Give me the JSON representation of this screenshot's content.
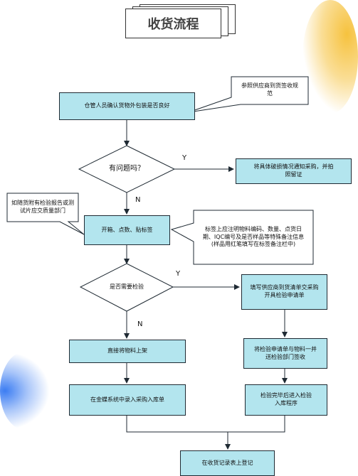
{
  "title": "收货流程",
  "colors": {
    "box_fill": "#b3e5ee",
    "line": "#1f2a33",
    "accent_yellow": "#f6c23e",
    "accent_blue": "#3c7df2"
  },
  "nodes": {
    "check_package": "仓管人员确认货物外包装是否良好",
    "problem_q": "有问题吗？",
    "notify_purchase": "将具体破损情况通知采购，并拍照留证",
    "unpack": "开箱、点数、贴标签",
    "inspect_q": "是否需要检验",
    "fill_request": "填写供应商到货清单交采购开具检验申请单",
    "direct_shelf": "直接将物料上架",
    "send_inspect": "将检验申请单与物料一并送检验部门签收",
    "erp_entry": "在金蝶系统中录入采购入库单",
    "after_inspect": "检验完毕后进入检验入库程序",
    "register": "在收货记录表上登记"
  },
  "callouts": {
    "ref_standard": "参照供应商到货签收规范",
    "report_note": "如随货附有检验报告或测试片应交质量部门",
    "label_note": "标签上应注明物料编码、数量、点货日期、IQC编号及是否样品等特殊备注信息(样品用红笔填写在标签备注栏中)"
  },
  "edge_labels": {
    "yes1": "Y",
    "no1": "N",
    "yes2": "Y",
    "no2": "N"
  }
}
